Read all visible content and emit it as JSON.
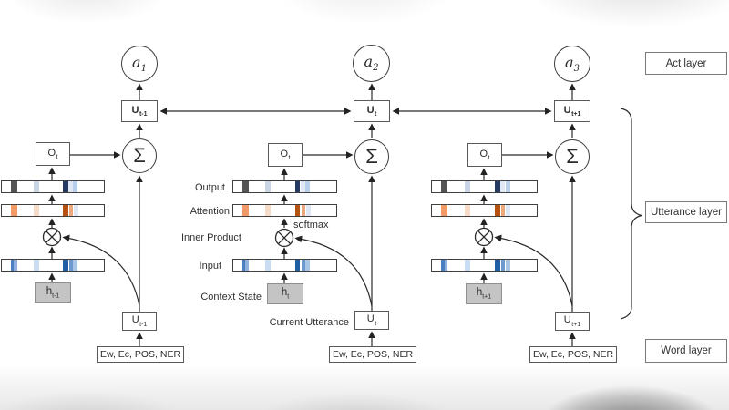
{
  "figure": {
    "columns": [
      {
        "act": {
          "base": "a",
          "sub": "1"
        },
        "utterance_unit_top": {
          "base": "U",
          "sub": "t-1"
        },
        "sum_symbol": "Σ",
        "output_gate": {
          "base": "O",
          "sub": "t"
        },
        "context_state": {
          "base": "h",
          "sub": "t-1"
        },
        "utterance_unit_bottom": {
          "base": "U",
          "sub": "t-1"
        },
        "word_features": "Ew, Ec, POS, NER"
      },
      {
        "act": {
          "base": "a",
          "sub": "2"
        },
        "utterance_unit_top": {
          "base": "U",
          "sub": "t"
        },
        "sum_symbol": "Σ",
        "output_gate": {
          "base": "O",
          "sub": "t"
        },
        "context_state": {
          "base": "h",
          "sub": "t"
        },
        "utterance_unit_bottom": {
          "base": "U",
          "sub": "t"
        },
        "word_features": "Ew, Ec, POS, NER"
      },
      {
        "act": {
          "base": "a",
          "sub": "3"
        },
        "utterance_unit_top": {
          "base": "U",
          "sub": "t+1"
        },
        "sum_symbol": "Σ",
        "output_gate": {
          "base": "O",
          "sub": "t"
        },
        "context_state": {
          "base": "h",
          "sub": "t+1"
        },
        "utterance_unit_bottom": {
          "base": "U",
          "sub": "t+1"
        },
        "word_features": "Ew, Ec, POS, NER"
      }
    ],
    "row_labels": {
      "output": "Output",
      "attention": "Attention",
      "softmax": "softmax",
      "inner_product": "Inner Product",
      "input": "Input",
      "context_state": "Context State",
      "current_utterance": "Current Utterance"
    },
    "layer_labels": {
      "act": "Act layer",
      "utterance": "Utterance layer",
      "word": "Word layer"
    },
    "colors": {
      "context_state_fill": "#c4c4c4",
      "line": "#2b2b2b",
      "box_border": "#5a5a5a"
    },
    "strips": {
      "output": {
        "segments": [
          {
            "x": 0.085,
            "w": 0.065,
            "color": "#545454"
          },
          {
            "x": 0.31,
            "w": 0.055,
            "color": "#c9d5e5"
          },
          {
            "x": 0.6,
            "w": 0.05,
            "color": "#243a63"
          },
          {
            "x": 0.655,
            "w": 0.04,
            "color": "#dfe8f4"
          },
          {
            "x": 0.7,
            "w": 0.045,
            "color": "#b7cfeb"
          }
        ]
      },
      "attention": {
        "segments": [
          {
            "x": 0.085,
            "w": 0.065,
            "color": "#f09a68"
          },
          {
            "x": 0.31,
            "w": 0.055,
            "color": "#f6dcc9"
          },
          {
            "x": 0.6,
            "w": 0.05,
            "color": "#b5520f"
          },
          {
            "x": 0.66,
            "w": 0.04,
            "color": "#eda97e"
          },
          {
            "x": 0.705,
            "w": 0.045,
            "color": "#dde7f3"
          }
        ]
      },
      "input": {
        "segments": [
          {
            "x": 0.085,
            "w": 0.034,
            "color": "#4b80c0"
          },
          {
            "x": 0.119,
            "w": 0.031,
            "color": "#8fb0dc"
          },
          {
            "x": 0.31,
            "w": 0.055,
            "color": "#c9dcf2"
          },
          {
            "x": 0.6,
            "w": 0.05,
            "color": "#1f5ea2"
          },
          {
            "x": 0.66,
            "w": 0.04,
            "color": "#6b99d0"
          },
          {
            "x": 0.7,
            "w": 0.045,
            "color": "#a9c5e6"
          }
        ]
      }
    }
  }
}
